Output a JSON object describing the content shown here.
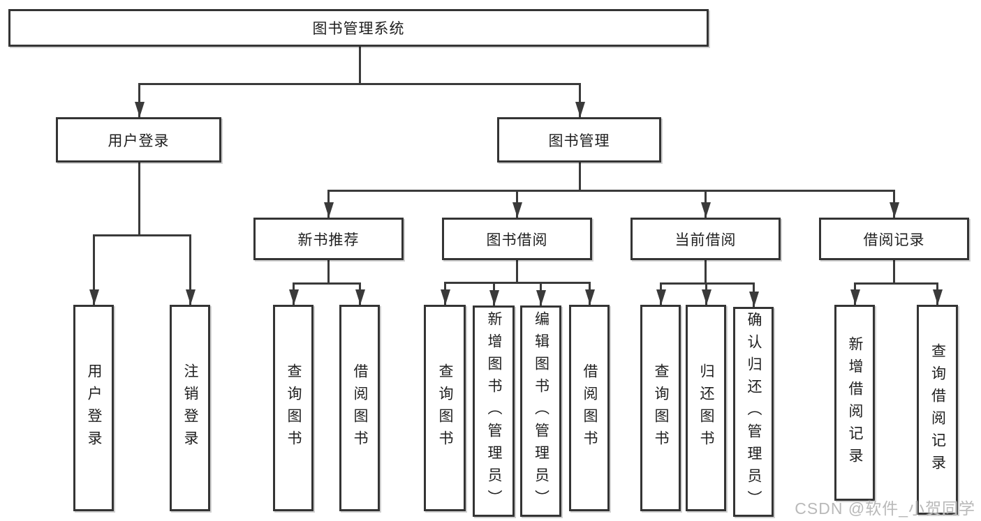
{
  "diagram": {
    "title": "图书管理系统",
    "level2": {
      "userLogin": "用户登录",
      "bookMgmt": "图书管理"
    },
    "level3": {
      "newBook": "新书推荐",
      "bookBorrow": "图书借阅",
      "currentBorrow": "当前借阅",
      "borrowRecords": "借阅记录"
    },
    "children": {
      "userLogin": [
        "用户登录",
        "注销登录"
      ],
      "newBook": [
        "查询图书",
        "借阅图书"
      ],
      "bookBorrow": [
        "查询图书",
        "新增图书（管理员）",
        "编辑图书（管理员）",
        "借阅图书"
      ],
      "currentBorrow": [
        "查询图书",
        "归还图书",
        "确认归还（管理员）"
      ],
      "borrowRecords": [
        "新增借阅记录",
        "查询借阅记录"
      ]
    }
  },
  "watermark": "CSDN @软件_小贺同学",
  "colors": {
    "line": "#3a3a3a",
    "box_border": "#343434",
    "text": "#1f1f1f",
    "watermark": "#b9b9b9",
    "background": "#ffffff"
  }
}
